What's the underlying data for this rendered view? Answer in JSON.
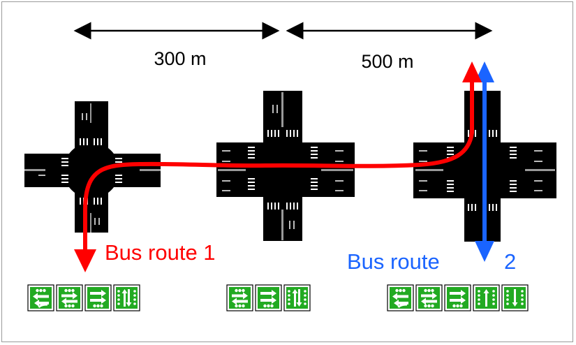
{
  "distances": {
    "first": "300 m",
    "second": "500 m"
  },
  "routes": {
    "route1": {
      "label": "Bus route 1",
      "color": "#ff0000"
    },
    "route2": {
      "prefix": "Bus route",
      "number": "2",
      "color": "#1a64ff"
    }
  },
  "signal_phase_groups": [
    {
      "intersection": "left",
      "phases": [
        "left-turn-arrows",
        "through-arrows",
        "right-turn-arrows",
        "pedestrian-arrows"
      ]
    },
    {
      "intersection": "middle",
      "phases": [
        "through-arrows",
        "right-turn-arrows",
        "pedestrian-arrows"
      ]
    },
    {
      "intersection": "right",
      "phases": [
        "left-turn-arrows",
        "through-arrows",
        "right-turn-arrows",
        "pedestrian-up-arrows",
        "pedestrian-down-arrows"
      ]
    }
  ],
  "colors": {
    "road": "#000000",
    "phase_green": "#22aa22",
    "phase_white": "#ffffff",
    "dimension_line": "#000000"
  }
}
